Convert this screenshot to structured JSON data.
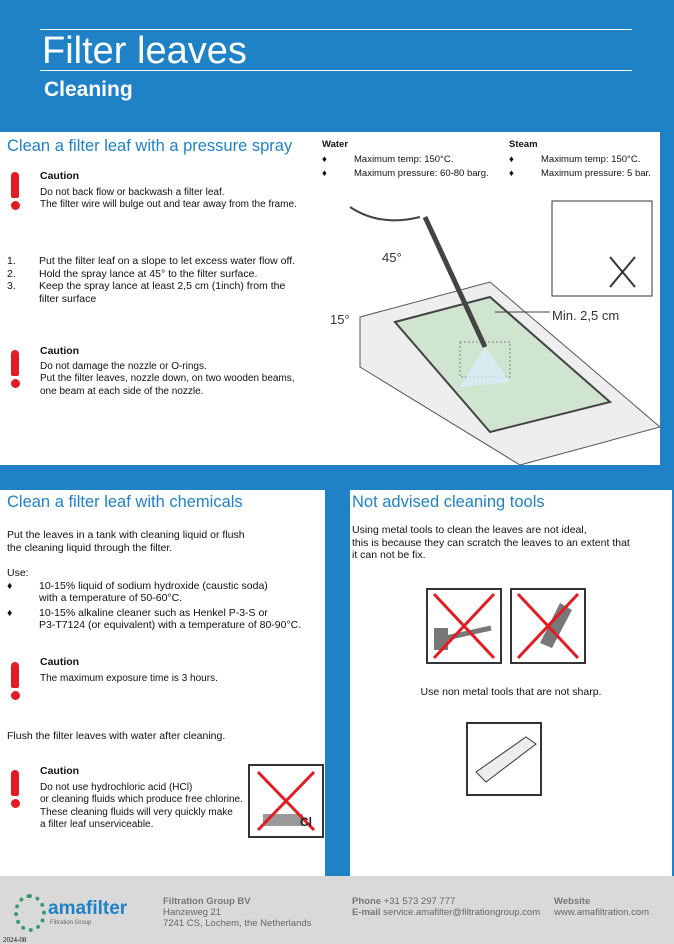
{
  "header": {
    "title": "Filter leaves",
    "subtitle": "Cleaning"
  },
  "spray": {
    "heading": "Clean a filter leaf with a pressure spray",
    "caution1": {
      "label": "Caution",
      "lines": [
        "Do not back flow or backwash a filter leaf.",
        "The filter wire will bulge out and tear away from the frame."
      ]
    },
    "steps": [
      {
        "n": "1.",
        "text": "Put the filter leaf on a slope to let excess water flow off."
      },
      {
        "n": "2.",
        "text": "Hold the spray lance at 45° to the filter surface."
      },
      {
        "n": "3.",
        "text": "Keep the spray lance at least 2,5 cm (1inch) from the filter surface"
      }
    ],
    "caution2": {
      "label": "Caution",
      "lines": [
        "Do not damage the nozzle or O-rings.",
        "Put the filter leaves, nozzle down, on two wooden beams,",
        "one beam at each side of the nozzle."
      ]
    },
    "water": {
      "label": "Water",
      "items": [
        "Maximum temp: 150°C.",
        "Maximum pressure: 60-80 barg."
      ]
    },
    "steam": {
      "label": "Steam",
      "items": [
        "Maximum temp: 150°C.",
        "Maximum pressure: 5 bar."
      ]
    },
    "diagram": {
      "angle1": "45°",
      "angle2": "15°",
      "distance": "Min. 2,5 cm"
    },
    "bullet": "♦"
  },
  "chemicals": {
    "heading": "Clean a filter leaf with chemicals",
    "intro": [
      "Put the leaves in a tank with cleaning liquid or flush",
      "the cleaning liquid through the filter."
    ],
    "use_label": "Use:",
    "uses": [
      [
        "10-15% liquid of sodium hydroxide (caustic soda)",
        "with a temperature of 50-60°C."
      ],
      [
        "10-15% alkaline cleaner such as Henkel P-3-S or",
        "P3-T7124 (or equivalent) with a temperature of 80-90°C."
      ]
    ],
    "caution3": {
      "label": "Caution",
      "lines": [
        "The maximum exposure time is 3 hours."
      ]
    },
    "flush": "Flush the filter leaves with water after cleaning.",
    "caution4": {
      "label": "Caution",
      "lines": [
        "Do not use hydrochloric acid (HCl)",
        "or cleaning fluids which produce free chlorine.",
        "These cleaning fluids will very quickly make",
        "a filter leaf unserviceable."
      ]
    },
    "hcl_label": "Cl"
  },
  "tools": {
    "heading": "Not advised cleaning tools",
    "text": [
      "Using metal tools to clean the leaves are not ideal,",
      "this is because they can scratch the leaves to an extent that",
      "it can not be fix."
    ],
    "advice": "Use non metal tools that are not sharp."
  },
  "footer": {
    "logo": "amafilter",
    "logo_sub": "Filtration Group",
    "company": "Filtration Group BV",
    "address": [
      "Hanzeweg  21",
      "7241 CS, Lochem, the Netherlands"
    ],
    "phone_label": "Phone",
    "phone": "+31 573 297 777",
    "email_label": "E-mail",
    "email": "service.amafilter@filtrationgroup.com",
    "website_label": "Website",
    "website": "www.amafiltration.com",
    "date": "2024-08"
  }
}
